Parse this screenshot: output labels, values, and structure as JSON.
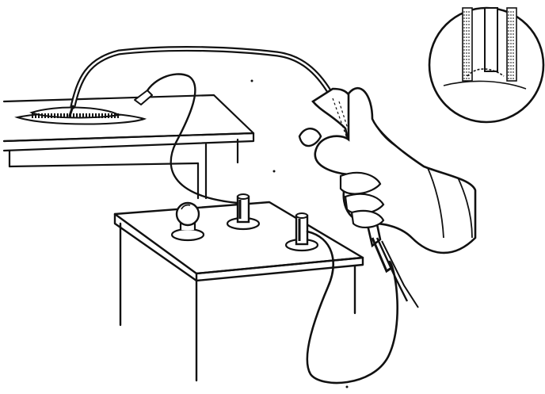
{
  "illustration": {
    "style": "black-and-white line drawing",
    "colors": {
      "ink": "#111111",
      "paper": "#ffffff"
    },
    "elements": [
      "bench",
      "flat-workpiece",
      "battery-box",
      "battery-terminal-knob",
      "battery-terminal-post-left",
      "battery-terminal-post-right",
      "electrode-holder",
      "gloved-hand",
      "cables",
      "magnified-inset"
    ]
  }
}
